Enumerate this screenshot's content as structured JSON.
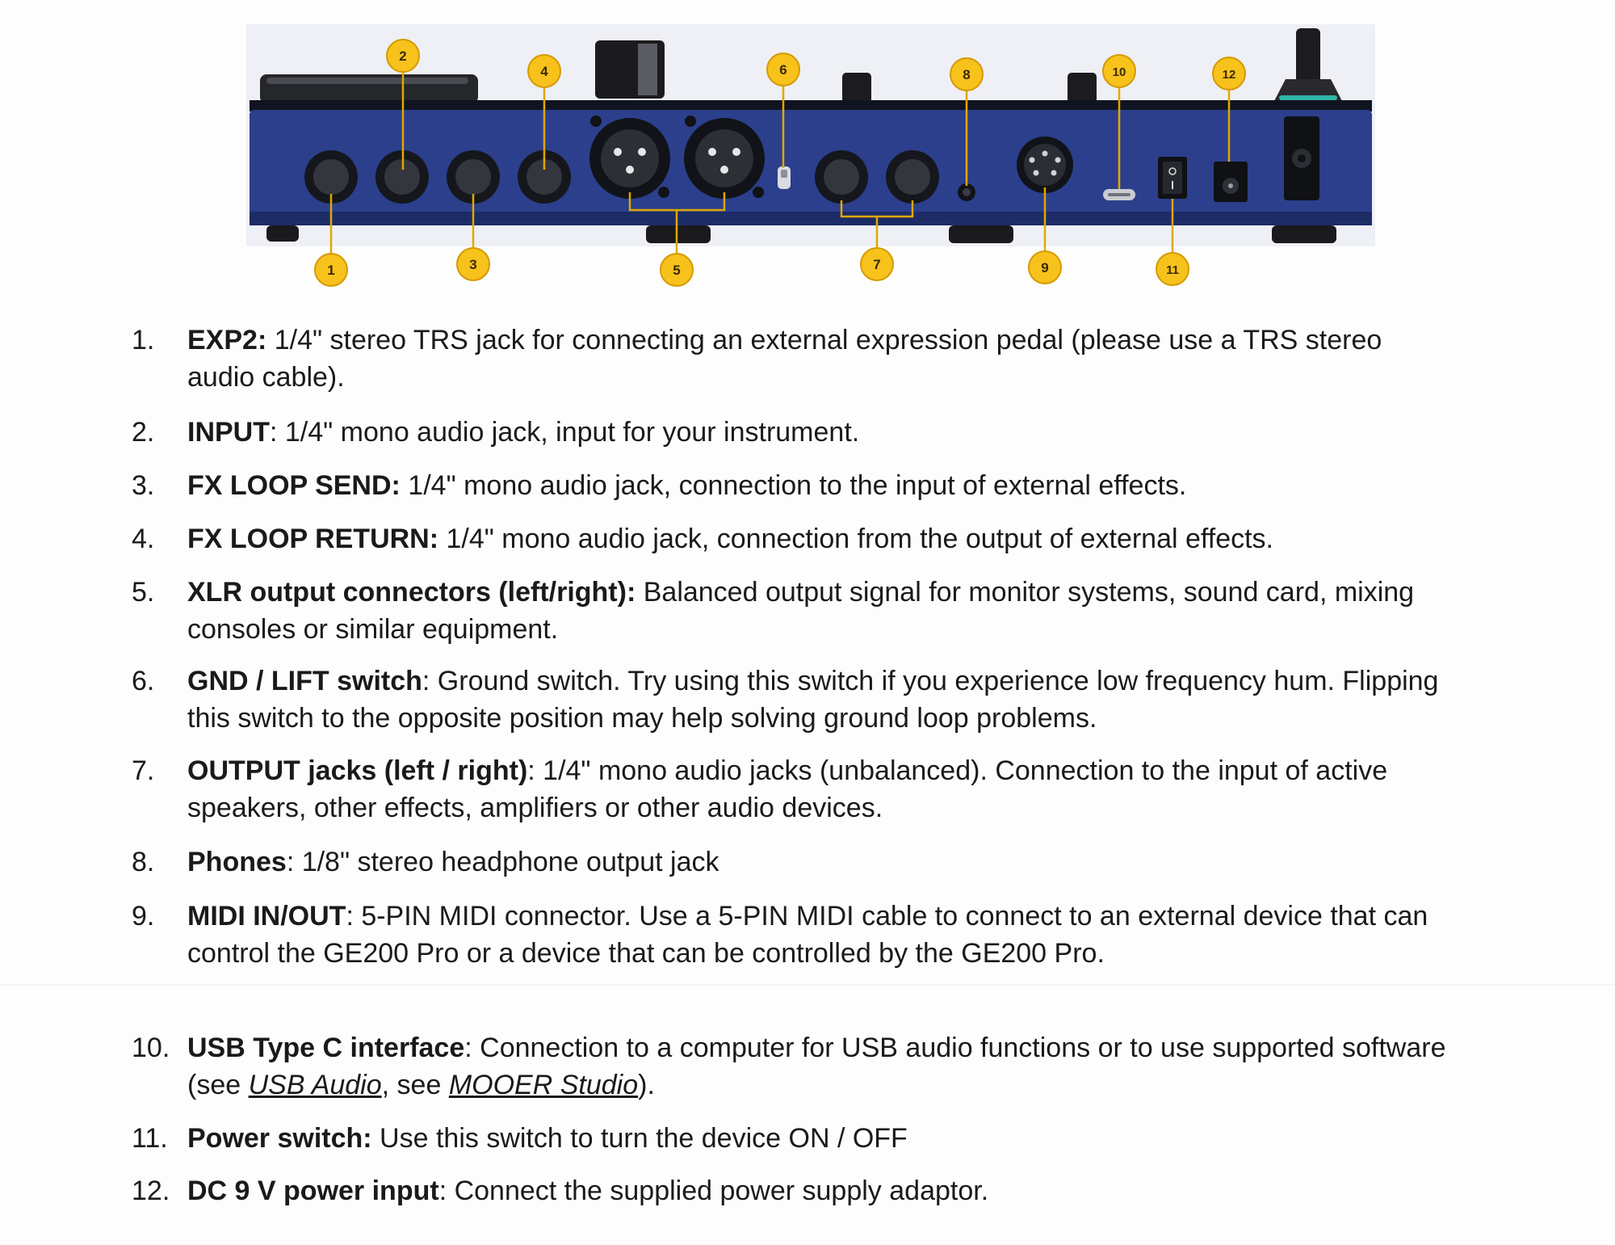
{
  "diagram": {
    "callouts": [
      "1",
      "2",
      "3",
      "4",
      "5",
      "6",
      "7",
      "8",
      "9",
      "10",
      "11",
      "12"
    ],
    "colors": {
      "panel": "#2b3f8c",
      "panel_dark": "#1d2c66",
      "callout_fill": "#f7c21b",
      "callout_stroke": "#d59a00",
      "leader_line": "#e0a800"
    }
  },
  "legend": {
    "items": [
      {
        "number": "1.",
        "term": "EXP2:",
        "text": " 1/4\" stereo TRS jack for connecting an external expression pedal (please use a TRS stereo audio cable)."
      },
      {
        "number": "2.",
        "term": "INPUT",
        "text": ": 1/4\" mono audio jack, input for your instrument."
      },
      {
        "number": "3.",
        "term": "FX LOOP SEND:",
        "text": " 1/4\" mono audio jack, connection to the input of external effects."
      },
      {
        "number": "4.",
        "term": "FX LOOP RETURN:",
        "text": " 1/4\" mono audio jack, connection from the output of external effects."
      },
      {
        "number": "5.",
        "term": "XLR output connectors (left/right):",
        "text": " Balanced output signal for monitor systems, sound card, mixing consoles or similar equipment."
      },
      {
        "number": "6.",
        "term": "GND / LIFT switch",
        "text": ": Ground switch. Try using this switch if you experience low frequency hum. Flipping this switch to the opposite position may help solving ground loop problems."
      },
      {
        "number": "7.",
        "term": "OUTPUT jacks (left / right)",
        "text": ": 1/4\" mono audio jacks (unbalanced). Connection to the input of active speakers, other effects, amplifiers or other audio devices."
      },
      {
        "number": "8.",
        "term": "Phones",
        "text": ": 1/8\" stereo headphone output jack"
      },
      {
        "number": "9.",
        "term": "MIDI IN/OUT",
        "text": ": 5-PIN MIDI connector. Use a 5-PIN MIDI cable to connect to an external device that can control the GE200 Pro or a device that can be controlled by the GE200 Pro."
      },
      {
        "number": "10.",
        "term": "USB Type C interface",
        "text_before": ": Connection to a computer for USB audio functions or to use supported software (see ",
        "link1": "USB Audio",
        "text_mid": ", see ",
        "link2": "MOOER Studio",
        "text_after": ")."
      },
      {
        "number": "11.",
        "term": "Power switch:",
        "text": " Use this switch to turn the device ON / OFF"
      },
      {
        "number": "12.",
        "term": "DC 9 V power input",
        "text": ": Connect the supplied power supply adaptor."
      }
    ]
  }
}
